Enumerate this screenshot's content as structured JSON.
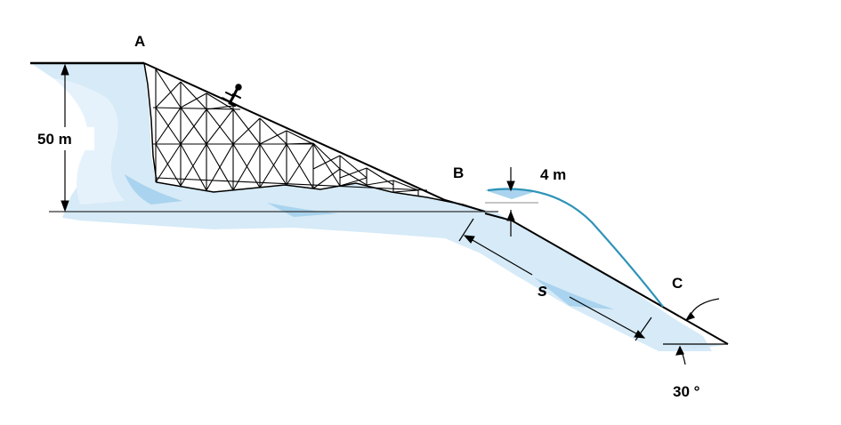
{
  "labels": {
    "point_a": "A",
    "point_b": "B",
    "point_c": "C",
    "height": "50 m",
    "ramp_height": "4 m",
    "distance": "s",
    "angle": "30 °"
  },
  "colors": {
    "snow": "#cfe6f6",
    "snow_light": "#e6f2fb",
    "trajectory": "#2e93b7",
    "lines": "#000000"
  },
  "icons": [
    "skier-icon",
    "truss-structure-icon"
  ]
}
